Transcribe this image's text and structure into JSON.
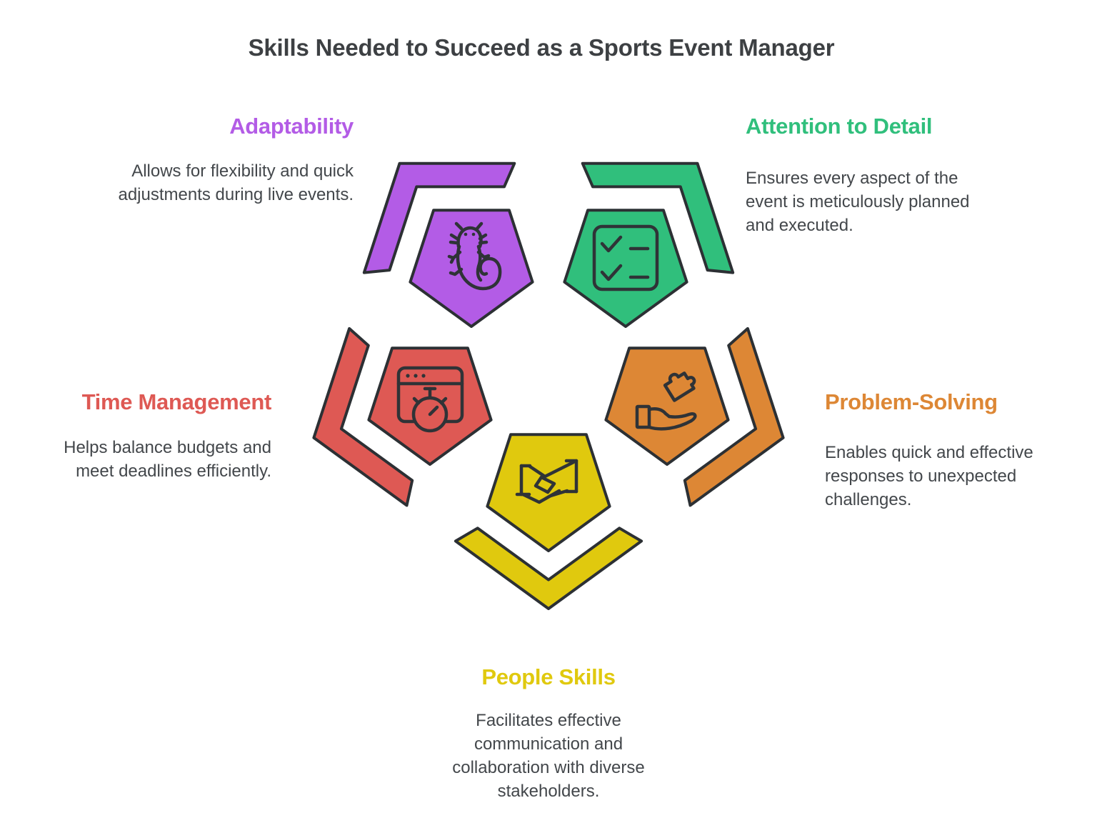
{
  "title": "Skills Needed to Succeed as a Sports Event Manager",
  "colors": {
    "background": "#ffffff",
    "outline": "#2c3034",
    "icon_stroke": "#2f3337",
    "heading_text": "#3d4043",
    "body_text": "#43474b"
  },
  "skills": [
    {
      "name": "Adaptability",
      "desc": "Allows for flexibility and quick\nadjustments during live events.",
      "color": "#b35ce6",
      "icon": "chameleon-icon",
      "position": "top-left"
    },
    {
      "name": "Attention to Detail",
      "desc": "Ensures every aspect of the\nevent is meticulously planned\nand executed.",
      "color": "#30bf7c",
      "icon": "checklist-icon",
      "position": "top-right"
    },
    {
      "name": "Time Management",
      "desc": "Helps balance budgets and\nmeet deadlines efficiently.",
      "color": "#de5954",
      "icon": "timer-browser-icon",
      "position": "middle-left"
    },
    {
      "name": "Problem-Solving",
      "desc": "Enables quick and effective\nresponses to unexpected\nchallenges.",
      "color": "#dd8735",
      "icon": "hand-puzzle-icon",
      "position": "middle-right"
    },
    {
      "name": "People Skills",
      "desc": "Facilitates effective\ncommunication and\ncollaboration with diverse\nstakeholders.",
      "color": "#e0c90e",
      "icon": "handshake-icon",
      "position": "bottom-center"
    }
  ]
}
